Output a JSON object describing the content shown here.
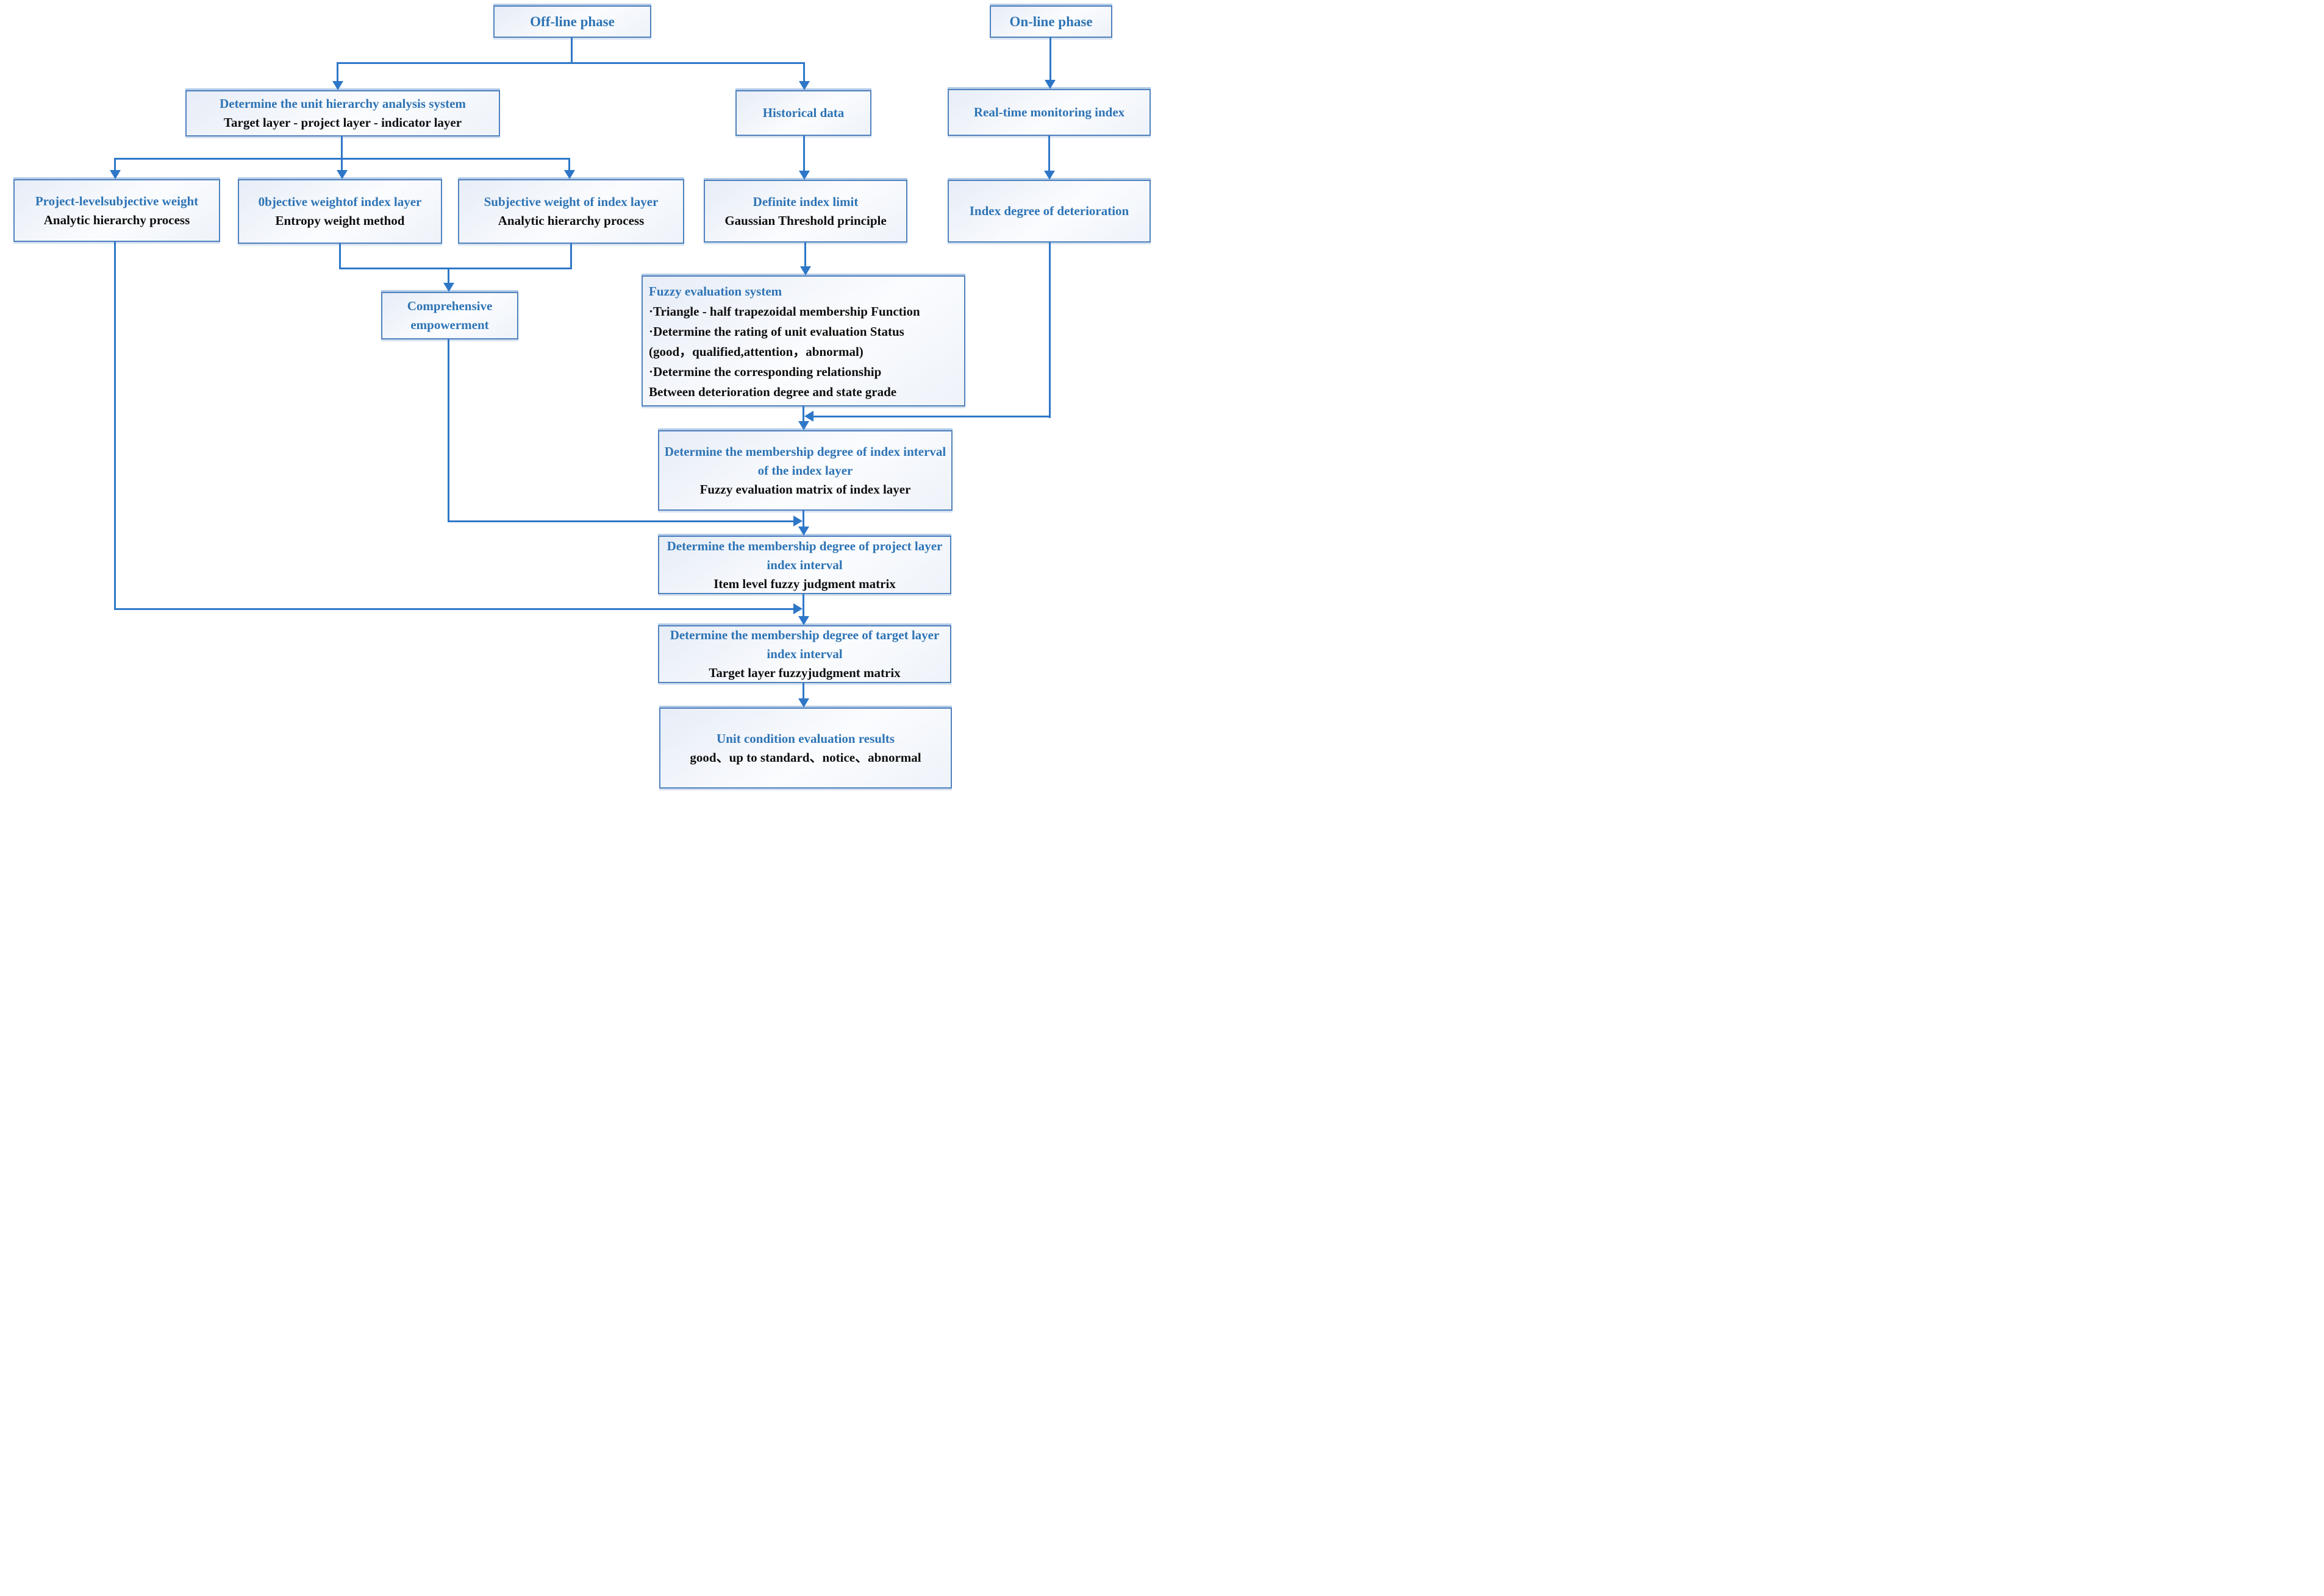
{
  "figure": {
    "type": "flowchart",
    "colors": {
      "connector_blue": "#2e77c8",
      "box_border_blue": "#4f81bd",
      "title_text_blue": "#2e74b5",
      "body_text_black": "#0f0f0f",
      "box_fill_light": "#e7edf7"
    }
  },
  "nodes": {
    "offline": {
      "title": "Off-line phase"
    },
    "online": {
      "title": "On-line phase"
    },
    "unit_hierarchy": {
      "title": "Determine the unit hierarchy analysis system",
      "subtitle": "Target layer - project layer - indicator layer"
    },
    "historical": {
      "title": "Historical data"
    },
    "realtime": {
      "title": "Real-time monitoring index"
    },
    "project_weight": {
      "title": "Project-levelsubjective weight",
      "subtitle": "Analytic hierarchy process"
    },
    "objective_weight": {
      "title": "0bjective weightof index layer",
      "subtitle": "Entropy weight method"
    },
    "subjective_weight": {
      "title": "Subjective weight of index layer",
      "subtitle": "Analytic hierarchy process"
    },
    "definite_limit": {
      "title": "Definite index limit",
      "subtitle": "Gaussian Threshold principle"
    },
    "deterioration": {
      "title": "Index degree of deterioration"
    },
    "comprehensive": {
      "title": "Comprehensive empowerment"
    },
    "fuzzy": {
      "title": "Fuzzy evaluation system",
      "lines": [
        "·Triangle - half trapezoidal membership Function",
        "·Determine the rating of unit evaluation Status",
        "(good，qualified,attention，abnormal)",
        "·Determine the corresponding relationship",
        "Between deterioration degree and state grade"
      ]
    },
    "index_layer": {
      "title": "Determine the membership degree of index interval of the index layer",
      "subtitle": "Fuzzy evaluation matrix of index layer"
    },
    "project_layer": {
      "title": "Determine the membership degree of project layer index interval",
      "subtitle": "Item level fuzzy judgment matrix"
    },
    "target_layer": {
      "title": "Determine the membership degree of target layer index interval",
      "subtitle": "Target layer fuzzyjudgment matrix"
    },
    "results": {
      "title": "Unit condition evaluation results",
      "subtitle": "good、up to standard、notice、abnormal"
    }
  }
}
